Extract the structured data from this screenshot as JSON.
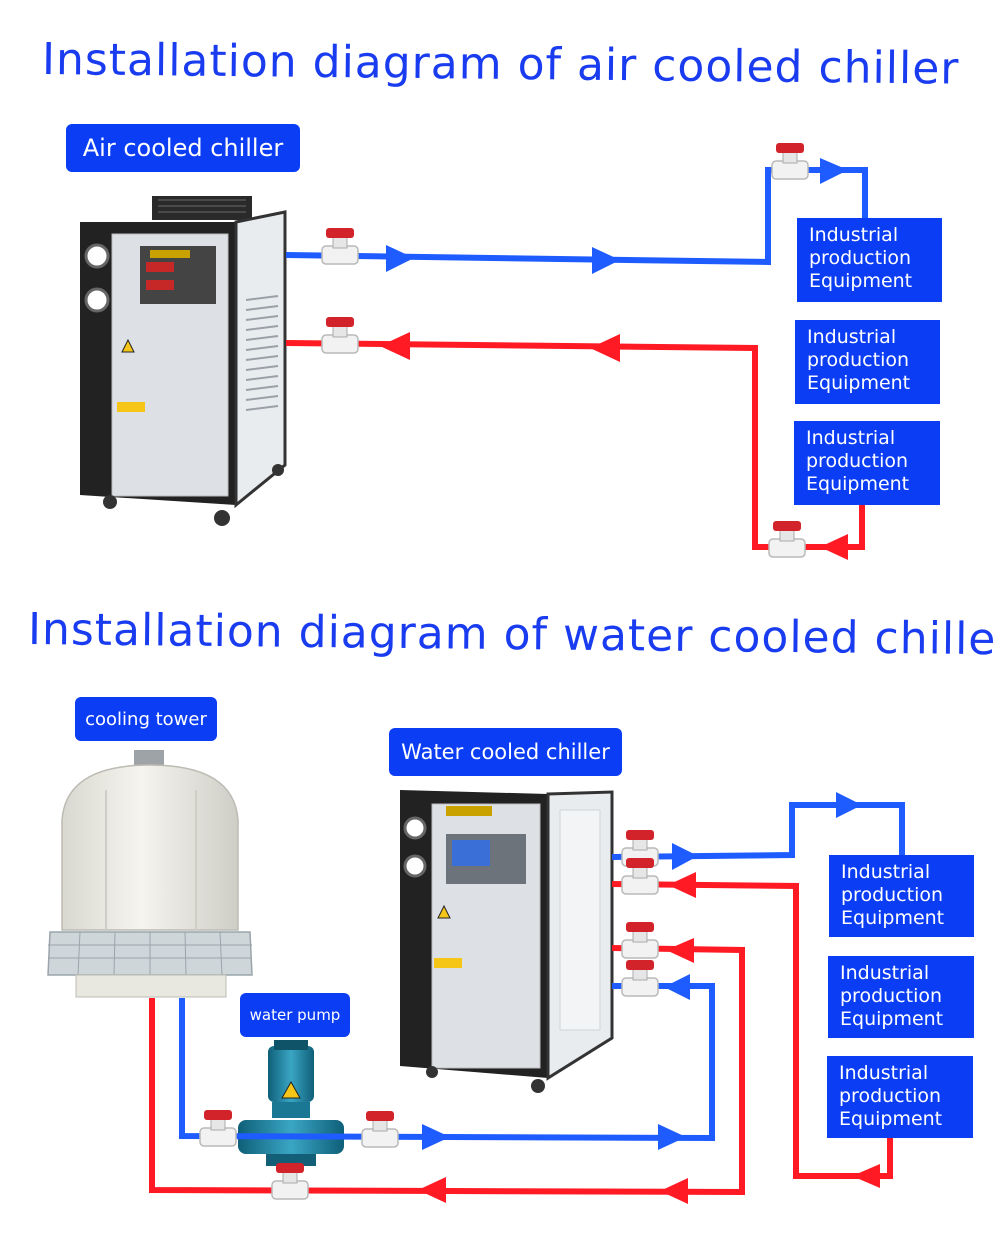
{
  "diagram": {
    "heading_air": "Installation diagram of air cooled chiller",
    "heading_water": "Installation diagram of water cooled chiller",
    "air_chiller_label": "Air cooled chiller",
    "water_chiller_label": "Water cooled chiller",
    "cooling_tower_label": "cooling tower",
    "water_pump_label": "water pump",
    "equipment_label": [
      "Industrial",
      "production",
      "Equipment"
    ]
  },
  "colors": {
    "heading": "#1a3cf0",
    "label_bg": "#0b3df5",
    "supply_pipe": "#1e5cff",
    "return_pipe": "#ff1a24",
    "valve_handle": "#d3232a"
  }
}
